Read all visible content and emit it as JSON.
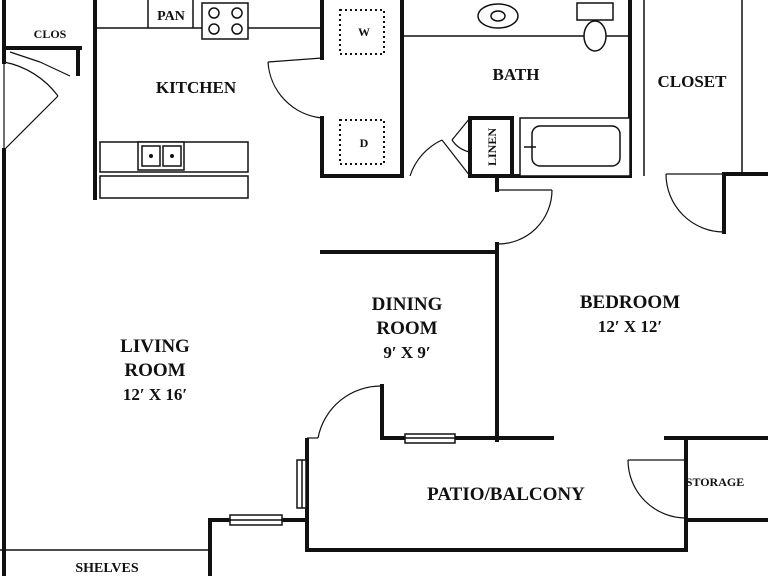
{
  "rooms": {
    "clos": "CLOS",
    "pan": "PAN",
    "kitchen": "KITCHEN",
    "washer": "W",
    "dryer": "D",
    "bath": "BATH",
    "linen": "LINEN",
    "closet": "CLOSET",
    "dining_line1": "DINING",
    "dining_line2": "ROOM",
    "dining_size": "9′ X 9′",
    "bedroom": "BEDROOM",
    "bedroom_size": "12′ X 12′",
    "living_line1": "LIVING",
    "living_line2": "ROOM",
    "living_size": "12′ X 16′",
    "patio": "PATIO/BALCONY",
    "storage": "STORAGE",
    "shelves": "SHELVES"
  }
}
